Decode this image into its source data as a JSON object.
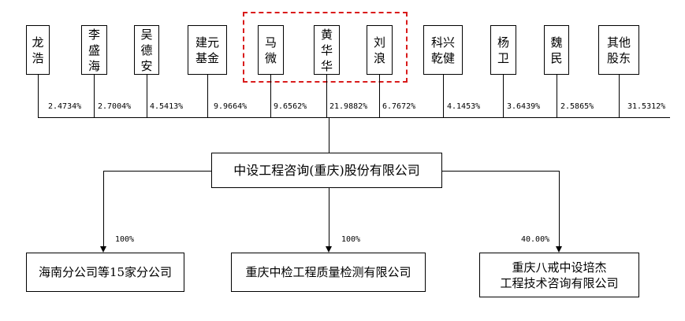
{
  "shareholders": [
    {
      "name": "龙\n浩",
      "pct": "2.4734%"
    },
    {
      "name": "李\n盛\n海",
      "pct": "2.7004%"
    },
    {
      "name": "吴\n德\n安",
      "pct": "4.5413%"
    },
    {
      "name": "建元\n基金",
      "pct": "9.9664%"
    },
    {
      "name": "马\n微",
      "pct": "9.6562%"
    },
    {
      "name": "黄\n华\n华",
      "pct": "21.9882%"
    },
    {
      "name": "刘\n浪",
      "pct": "6.7672%"
    },
    {
      "name": "科兴\n乾健",
      "pct": "4.1453%"
    },
    {
      "name": "杨\n卫",
      "pct": "3.6439%"
    },
    {
      "name": "魏\n民",
      "pct": "2.5865%"
    },
    {
      "name": "其他\n股东",
      "pct": "31.5312%"
    }
  ],
  "company": "中设工程咨询(重庆)股份有限公司",
  "subsidiaries": [
    {
      "name": "海南分公司等15家分公司",
      "pct": "100%"
    },
    {
      "name": "重庆中检工程质量检测有限公司",
      "pct": "100%"
    },
    {
      "name": "重庆八戒中设培杰\n工程技术咨询有限公司",
      "pct": "40.00%"
    }
  ],
  "colors": {
    "highlight_border": "#d91c1c",
    "line": "#000000"
  }
}
